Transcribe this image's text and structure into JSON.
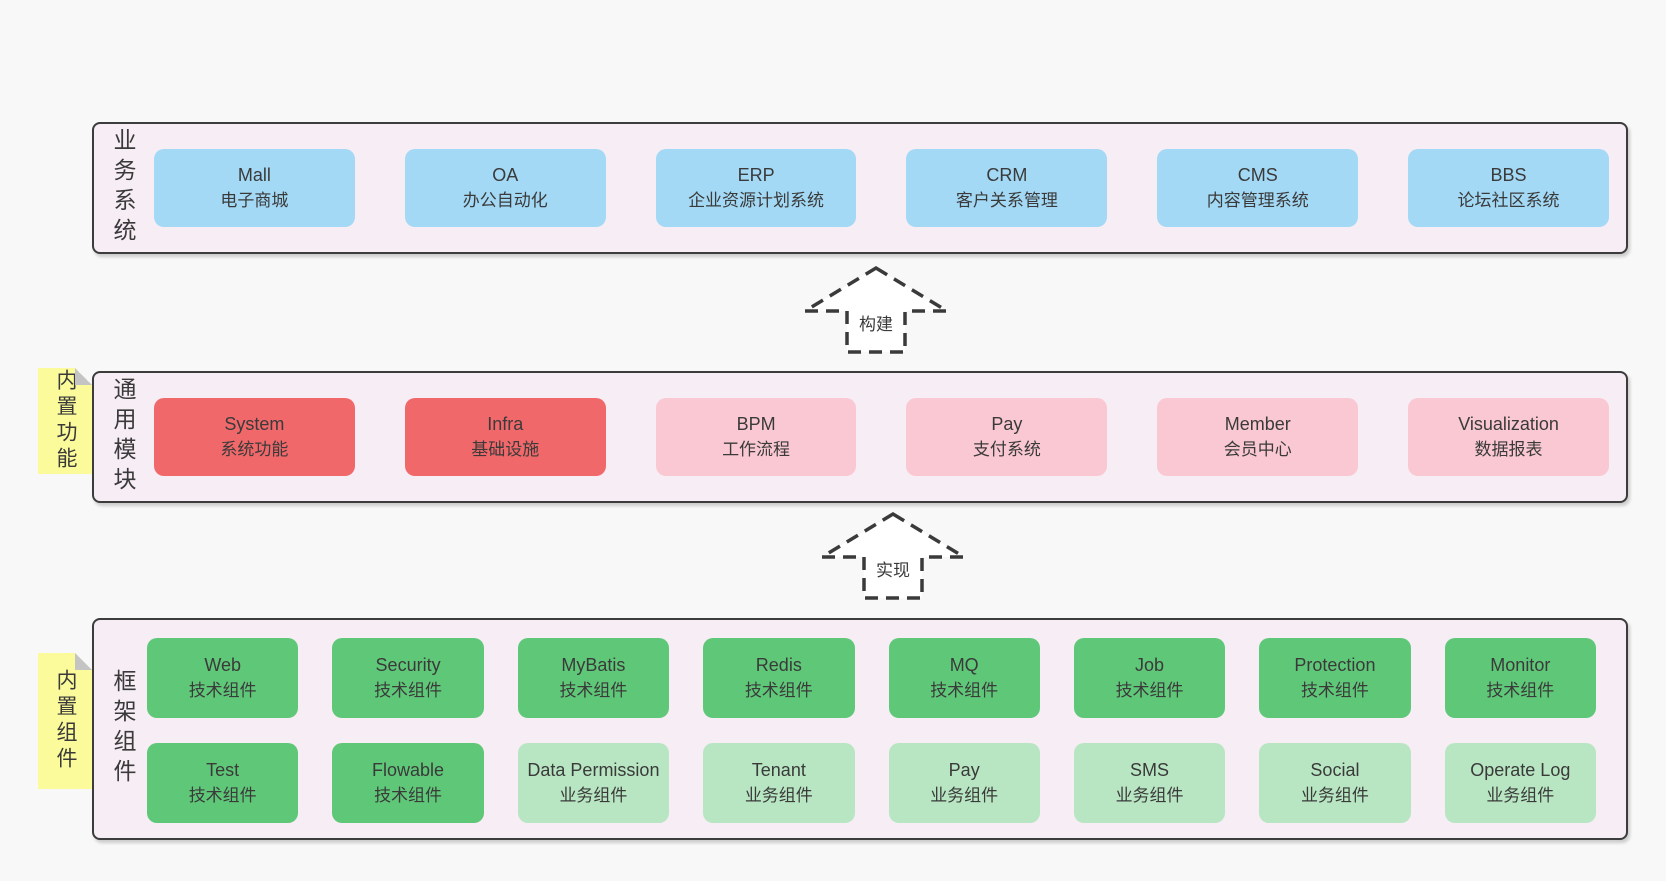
{
  "colors": {
    "page_bg": "#f8f8f8",
    "band_bg": "#f7edf5",
    "band_border": "#3c3c3c",
    "text": "#3a3a3a",
    "blue": "#a3d9f5",
    "red": "#f1686a",
    "pink": "#fac8d2",
    "green": "#5fc878",
    "green_light": "#b8e6c2",
    "sticky_yellow": "#fbfb9b",
    "sticky_fold": "#c4c4c4",
    "arrow_fill": "#ffffff"
  },
  "arrows": [
    {
      "label": "构建"
    },
    {
      "label": "实现"
    }
  ],
  "bands": [
    {
      "label": "业务系统",
      "rows": [
        [
          {
            "name": "Mall",
            "desc": "电子商城",
            "color": "blue"
          },
          {
            "name": "OA",
            "desc": "办公自动化",
            "color": "blue"
          },
          {
            "name": "ERP",
            "desc": "企业资源计划系统",
            "color": "blue"
          },
          {
            "name": "CRM",
            "desc": "客户关系管理",
            "color": "blue"
          },
          {
            "name": "CMS",
            "desc": "内容管理系统",
            "color": "blue"
          },
          {
            "name": "BBS",
            "desc": "论坛社区系统",
            "color": "blue"
          }
        ]
      ]
    },
    {
      "label": "通用模块",
      "sticky": "内置功能",
      "rows": [
        [
          {
            "name": "System",
            "desc": "系统功能",
            "color": "red"
          },
          {
            "name": "Infra",
            "desc": "基础设施",
            "color": "red"
          },
          {
            "name": "BPM",
            "desc": "工作流程",
            "color": "pink"
          },
          {
            "name": "Pay",
            "desc": "支付系统",
            "color": "pink"
          },
          {
            "name": "Member",
            "desc": "会员中心",
            "color": "pink"
          },
          {
            "name": "Visualization",
            "desc": "数据报表",
            "color": "pink"
          }
        ]
      ]
    },
    {
      "label": "框架组件",
      "sticky": "内置组件",
      "rows": [
        [
          {
            "name": "Web",
            "desc": "技术组件",
            "color": "green"
          },
          {
            "name": "Security",
            "desc": "技术组件",
            "color": "green"
          },
          {
            "name": "MyBatis",
            "desc": "技术组件",
            "color": "green"
          },
          {
            "name": "Redis",
            "desc": "技术组件",
            "color": "green"
          },
          {
            "name": "MQ",
            "desc": "技术组件",
            "color": "green"
          },
          {
            "name": "Job",
            "desc": "技术组件",
            "color": "green"
          },
          {
            "name": "Protection",
            "desc": "技术组件",
            "color": "green"
          },
          {
            "name": "Monitor",
            "desc": "技术组件",
            "color": "green"
          }
        ],
        [
          {
            "name": "Test",
            "desc": "技术组件",
            "color": "green"
          },
          {
            "name": "Flowable",
            "desc": "技术组件",
            "color": "green"
          },
          {
            "name": "Data Permission",
            "desc": "业务组件",
            "color": "green_light"
          },
          {
            "name": "Tenant",
            "desc": "业务组件",
            "color": "green_light"
          },
          {
            "name": "Pay",
            "desc": "业务组件",
            "color": "green_light"
          },
          {
            "name": "SMS",
            "desc": "业务组件",
            "color": "green_light"
          },
          {
            "name": "Social",
            "desc": "业务组件",
            "color": "green_light"
          },
          {
            "name": "Operate Log",
            "desc": "业务组件",
            "color": "green_light"
          }
        ]
      ]
    }
  ]
}
